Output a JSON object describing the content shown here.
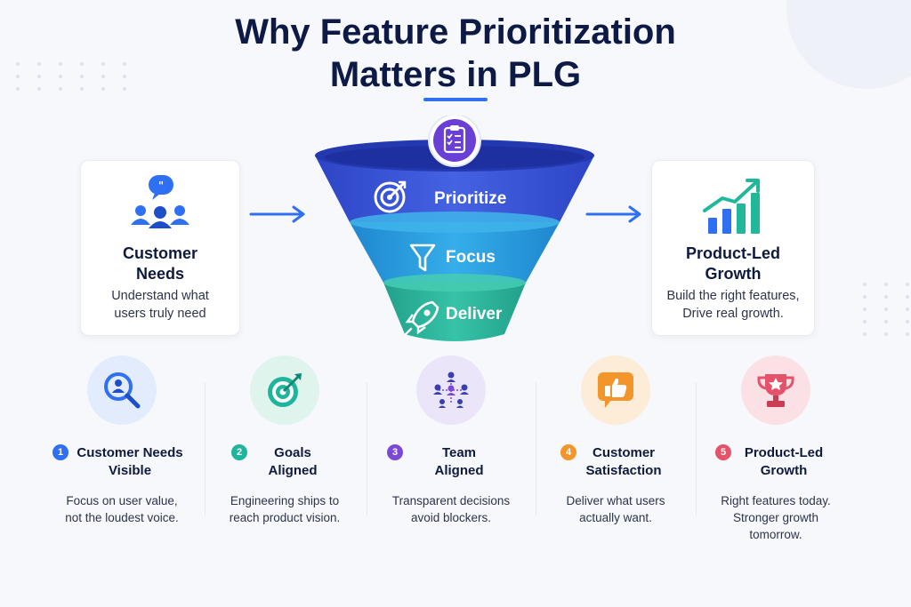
{
  "title": {
    "line1": "Why Feature Prioritization",
    "line2": "Matters in PLG"
  },
  "left_card": {
    "icon": "customers-speech-icon",
    "title_line1": "Customer",
    "title_line2": "Needs",
    "desc_line1": "Understand what",
    "desc_line2": "users truly need"
  },
  "right_card": {
    "icon": "growth-chart-icon",
    "title_line1": "Product-Led",
    "title_line2": "Growth",
    "desc_line1": "Build the right features,",
    "desc_line2": "Drive real growth."
  },
  "funnel": {
    "top_icon": "clipboard-checklist-icon",
    "bands": [
      {
        "label": "Prioritize",
        "icon": "target-icon",
        "color": "#3a56d8"
      },
      {
        "label": "Focus",
        "icon": "filter-icon",
        "color": "#2a9be0"
      },
      {
        "label": "Deliver",
        "icon": "rocket-icon",
        "color": "#2bb39a"
      }
    ]
  },
  "steps": [
    {
      "number": "1",
      "icon": "magnifier-user-icon",
      "accent": "#2f6ff2",
      "bg": "#e6eefc",
      "title_line1": "Customer Needs",
      "title_line2": "Visible",
      "desc_line1": "Focus on user value,",
      "desc_line2": "not the loudest voice.",
      "desc_line3": ""
    },
    {
      "number": "2",
      "icon": "target-icon",
      "accent": "#1fb59c",
      "bg": "#e2f5f0",
      "title_line1": "Goals",
      "title_line2": "Aligned",
      "desc_line1": "Engineering ships to",
      "desc_line2": "reach product vision.",
      "desc_line3": ""
    },
    {
      "number": "3",
      "icon": "team-network-icon",
      "accent": "#7a4ad6",
      "bg": "#ece6f9",
      "title_line1": "Team",
      "title_line2": "Aligned",
      "desc_line1": "Transparent decisions",
      "desc_line2": "avoid blockers.",
      "desc_line3": ""
    },
    {
      "number": "4",
      "icon": "thumbs-up-icon",
      "accent": "#f3952a",
      "bg": "#fdeedd",
      "title_line1": "Customer",
      "title_line2": "Satisfaction",
      "desc_line1": "Deliver what users",
      "desc_line2": "actually want.",
      "desc_line3": ""
    },
    {
      "number": "5",
      "icon": "trophy-icon",
      "accent": "#e4536a",
      "bg": "#fbe3e7",
      "title_line1": "Product-Led",
      "title_line2": "Growth",
      "desc_line1": "Right features today.",
      "desc_line2": "Stronger growth",
      "desc_line3": "tomorrow."
    }
  ],
  "colors": {
    "title": "#0d1a45",
    "accent_blue": "#2f6ff2",
    "funnel_top": "#3a56d8",
    "funnel_mid": "#2a9be0",
    "funnel_bottom": "#2bb39a"
  }
}
